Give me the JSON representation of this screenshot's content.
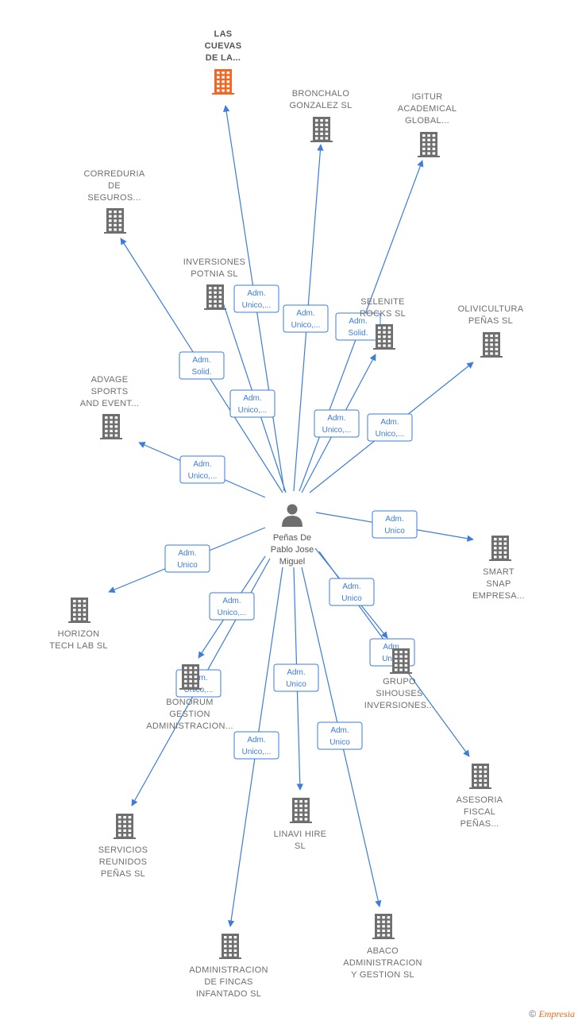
{
  "center": {
    "name_lines": [
      "Peñas De",
      "Pablo Jose",
      "Miguel"
    ],
    "icon": "person-icon"
  },
  "colors": {
    "edge": "#3b7dd8",
    "building": "#6e6e6e",
    "main_building": "#f26522"
  },
  "nodes": [
    {
      "id": "las-cuevas",
      "lines": [
        "LAS",
        "CUEVAS",
        "DE LA..."
      ],
      "highlight": true,
      "icon": "building-icon"
    },
    {
      "id": "bronchalo",
      "lines": [
        "BRONCHALO",
        "GONZALEZ  SL"
      ],
      "icon": "building-icon"
    },
    {
      "id": "igitur",
      "lines": [
        "IGITUR",
        "ACADEMICAL",
        "GLOBAL..."
      ],
      "icon": "building-icon"
    },
    {
      "id": "correduria",
      "lines": [
        "CORREDURIA",
        "DE",
        "SEGUROS..."
      ],
      "icon": "building-icon"
    },
    {
      "id": "inversiones-potnia",
      "lines": [
        "INVERSIONES",
        "POTNIA  SL"
      ],
      "icon": "building-icon"
    },
    {
      "id": "selenite",
      "lines": [
        "SELENITE",
        "ROCKS  SL"
      ],
      "icon": "building-icon"
    },
    {
      "id": "olivicultura",
      "lines": [
        "OLIVICULTURA",
        "PEÑAS  SL"
      ],
      "icon": "building-icon"
    },
    {
      "id": "advage",
      "lines": [
        "ADVAGE",
        "SPORTS",
        "AND EVENT..."
      ],
      "icon": "building-icon"
    },
    {
      "id": "smart-snap",
      "lines": [
        "SMART",
        "SNAP",
        "EMPRESA..."
      ],
      "icon": "building-icon"
    },
    {
      "id": "horizon",
      "lines": [
        "HORIZON",
        "TECH LAB  SL"
      ],
      "icon": "building-icon"
    },
    {
      "id": "bonorum",
      "lines": [
        "BONORUM",
        "GESTION",
        "ADMINISTRACION..."
      ],
      "icon": "building-icon"
    },
    {
      "id": "grupo-sihouses",
      "lines": [
        "GRUPO",
        "SIHOUSES",
        "INVERSIONES..."
      ],
      "icon": "building-icon"
    },
    {
      "id": "asesoria",
      "lines": [
        "ASESORIA",
        "FISCAL",
        "PEÑAS..."
      ],
      "icon": "building-icon"
    },
    {
      "id": "servicios",
      "lines": [
        "SERVICIOS",
        "REUNIDOS",
        "PEÑAS  SL"
      ],
      "icon": "building-icon"
    },
    {
      "id": "linavi",
      "lines": [
        "LINAVI HIRE",
        "SL"
      ],
      "icon": "building-icon"
    },
    {
      "id": "administracion-fincas",
      "lines": [
        "ADMINISTRACION",
        "DE FINCAS",
        "INFANTADO  SL"
      ],
      "icon": "building-icon"
    },
    {
      "id": "abaco",
      "lines": [
        "ABACO",
        "ADMINISTRACION",
        "Y GESTION  SL"
      ],
      "icon": "building-icon"
    }
  ],
  "edges": [
    {
      "to": "las-cuevas",
      "label": [
        "Adm.",
        "Unico,..."
      ]
    },
    {
      "to": "bronchalo",
      "label": [
        "Adm.",
        "Unico,..."
      ]
    },
    {
      "to": "igitur",
      "label": [
        "Adm.",
        "Solid."
      ]
    },
    {
      "to": "correduria",
      "label": [
        "Adm.",
        "Solid."
      ]
    },
    {
      "to": "inversiones-potnia",
      "label": [
        "Adm.",
        "Unico,..."
      ]
    },
    {
      "to": "selenite",
      "label": [
        "Adm.",
        "Unico,..."
      ]
    },
    {
      "to": "olivicultura",
      "label": [
        "Adm.",
        "Unico,..."
      ]
    },
    {
      "to": "advage",
      "label": [
        "Adm.",
        "Unico,..."
      ]
    },
    {
      "to": "smart-snap",
      "label": [
        "Adm.",
        "Unico"
      ]
    },
    {
      "to": "horizon",
      "label": [
        "Adm.",
        "Unico"
      ]
    },
    {
      "to": "bonorum",
      "label": [
        "Adm.",
        "Unico,..."
      ]
    },
    {
      "to": "grupo-sihouses",
      "label": [
        "Adm.",
        "Unico"
      ]
    },
    {
      "to": "asesoria",
      "label": [
        "Adm.",
        "Unico"
      ]
    },
    {
      "to": "servicios",
      "label": [
        "Adm.",
        "Unico,..."
      ]
    },
    {
      "to": "linavi",
      "label": [
        "Adm.",
        "Unico"
      ]
    },
    {
      "to": "administracion-fincas",
      "label": [
        "Adm.",
        "Unico,..."
      ]
    },
    {
      "to": "abaco",
      "label": [
        "Adm.",
        "Unico"
      ]
    }
  ],
  "footer": {
    "copyright": "©",
    "brand": "Empresia"
  }
}
